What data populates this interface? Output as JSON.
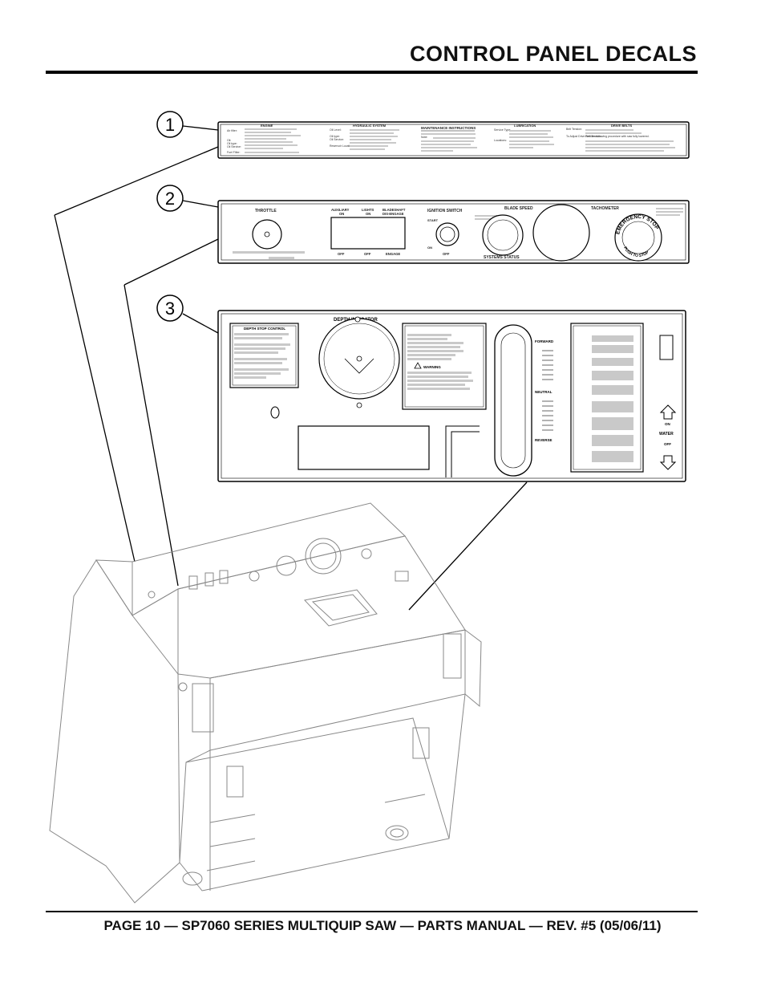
{
  "header": {
    "title": "CONTROL PANEL DECALS"
  },
  "callouts": [
    "1",
    "2",
    "3"
  ],
  "decal1": {
    "sections": [
      "ENGINE",
      "HYDRAULIC SYSTEM",
      "MAINTENANCE INSTRUCTIONS",
      "LUBRICATION",
      "DRIVE BELTS"
    ],
    "engine_labels": [
      "Air filter:",
      "Oil:",
      "Oil type:",
      "Oil Service:",
      "Fuel Filter:"
    ],
    "hydraulic_labels": [
      "Oil Level:",
      "Oil type:",
      "Oil Service:",
      "Reservoir Location:"
    ],
    "maint_label": "Note:",
    "lube_labels": [
      "Service Type:",
      "Locations:"
    ],
    "belts_labels": [
      "Belt Tension:",
      "To Adjust Drive Belt Tension:"
    ],
    "belts_text": "Perform following procedure with saw fully lowered."
  },
  "decal2": {
    "throttle": "THROTTLE",
    "auxiliary": "AUXILIARY",
    "lights": "LIGHTS",
    "bladeshaft": "BLADESHAFT",
    "on": "ON",
    "disengage": "DIS-ENGAGE",
    "off": "OFF",
    "engage": "ENGAGE",
    "ignition": "IGNITION SWITCH",
    "start": "START",
    "blade_speed": "BLADE SPEED",
    "tachometer": "TACHOMETER",
    "systems_status": "SYSTEMS STATUS",
    "emergency": "EMERGENCY STOP",
    "push_to_stop": "PUSH TO STOP"
  },
  "decal3": {
    "depth_indicator": "DEPTH INDICATOR",
    "depth_stop_control": "DEPTH STOP CONTROL",
    "warning": "WARNING",
    "forward": "FORWARD",
    "neutral": "NEUTRAL",
    "reverse": "REVERSE",
    "on": "ON",
    "water": "WATER",
    "off": "OFF"
  },
  "footer": {
    "text": "PAGE 10 — SP7060 SERIES MULTIQUIP SAW — PARTS MANUAL — REV. #5 (05/06/11)"
  }
}
